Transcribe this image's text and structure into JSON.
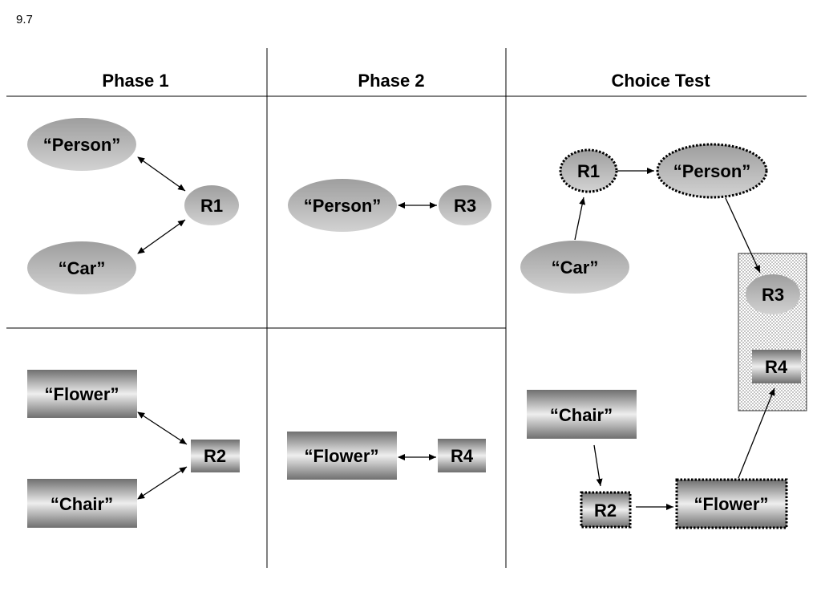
{
  "slide_number": "9.7",
  "headers": {
    "phase1": "Phase 1",
    "phase2": "Phase 2",
    "choice": "Choice Test"
  },
  "labels": {
    "person": "“Person”",
    "car": "“Car”",
    "flower": "“Flower”",
    "chair": "“Chair”",
    "r1": "R1",
    "r2": "R2",
    "r3": "R3",
    "r4": "R4"
  }
}
